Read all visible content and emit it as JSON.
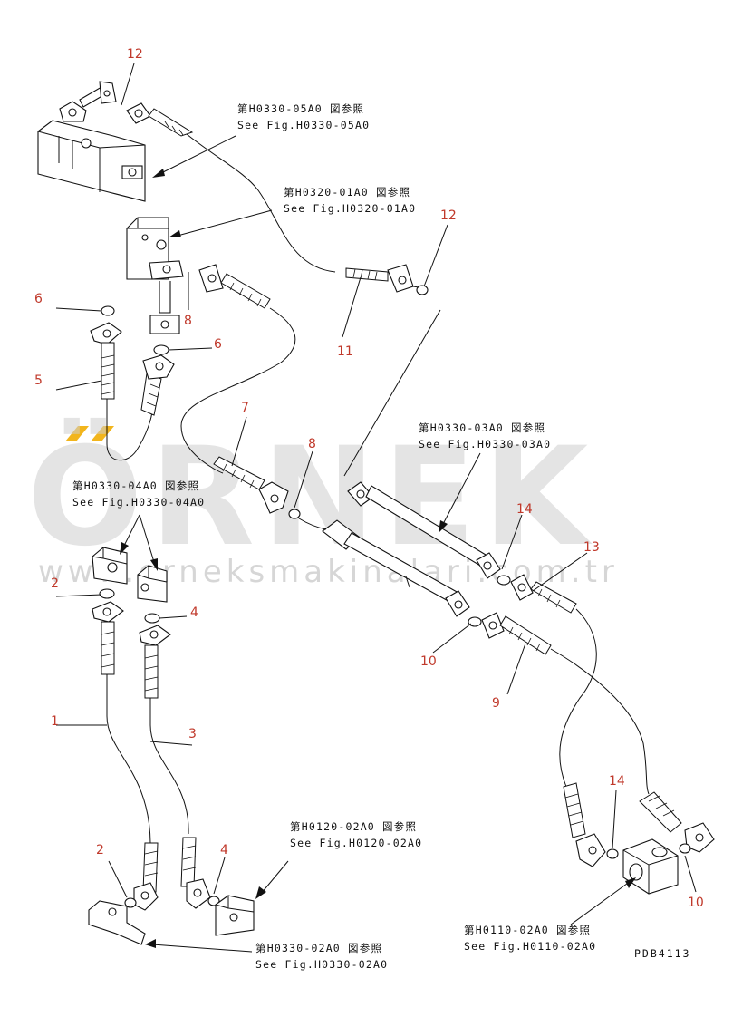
{
  "watermark": {
    "brand": "ÖRNEK",
    "url": "www.orneksmakinalari.com.tr",
    "accent_color": "#f2b51c"
  },
  "callouts": {
    "c1": "1",
    "c2a": "2",
    "c2b": "2",
    "c3": "3",
    "c4a": "4",
    "c4b": "4",
    "c5": "5",
    "c6a": "6",
    "c6b": "6",
    "c7": "7",
    "c8a": "8",
    "c8b": "8",
    "c9": "9",
    "c10a": "10",
    "c10b": "10",
    "c11": "11",
    "c12a": "12",
    "c12b": "12",
    "c13": "13",
    "c14a": "14",
    "c14b": "14"
  },
  "references": {
    "r05_jp": "第H0330-05A0 図参照",
    "r05_en": "See Fig.H0330-05A0",
    "r01_jp": "第H0320-01A0 図参照",
    "r01_en": "See Fig.H0320-01A0",
    "r03_jp": "第H0330-03A0 図参照",
    "r03_en": "See Fig.H0330-03A0",
    "r04_jp": "第H0330-04A0 図参照",
    "r04_en": "See Fig.H0330-04A0",
    "r0120_jp": "第H0120-02A0 図参照",
    "r0120_en": "See Fig.H0120-02A0",
    "r02_jp": "第H0330-02A0 図参照",
    "r02_en": "See Fig.H0330-02A0",
    "r0110_jp": "第H0110-02A0 図参照",
    "r0110_en": "See Fig.H0110-02A0"
  },
  "drawing_code": "PDB4113"
}
